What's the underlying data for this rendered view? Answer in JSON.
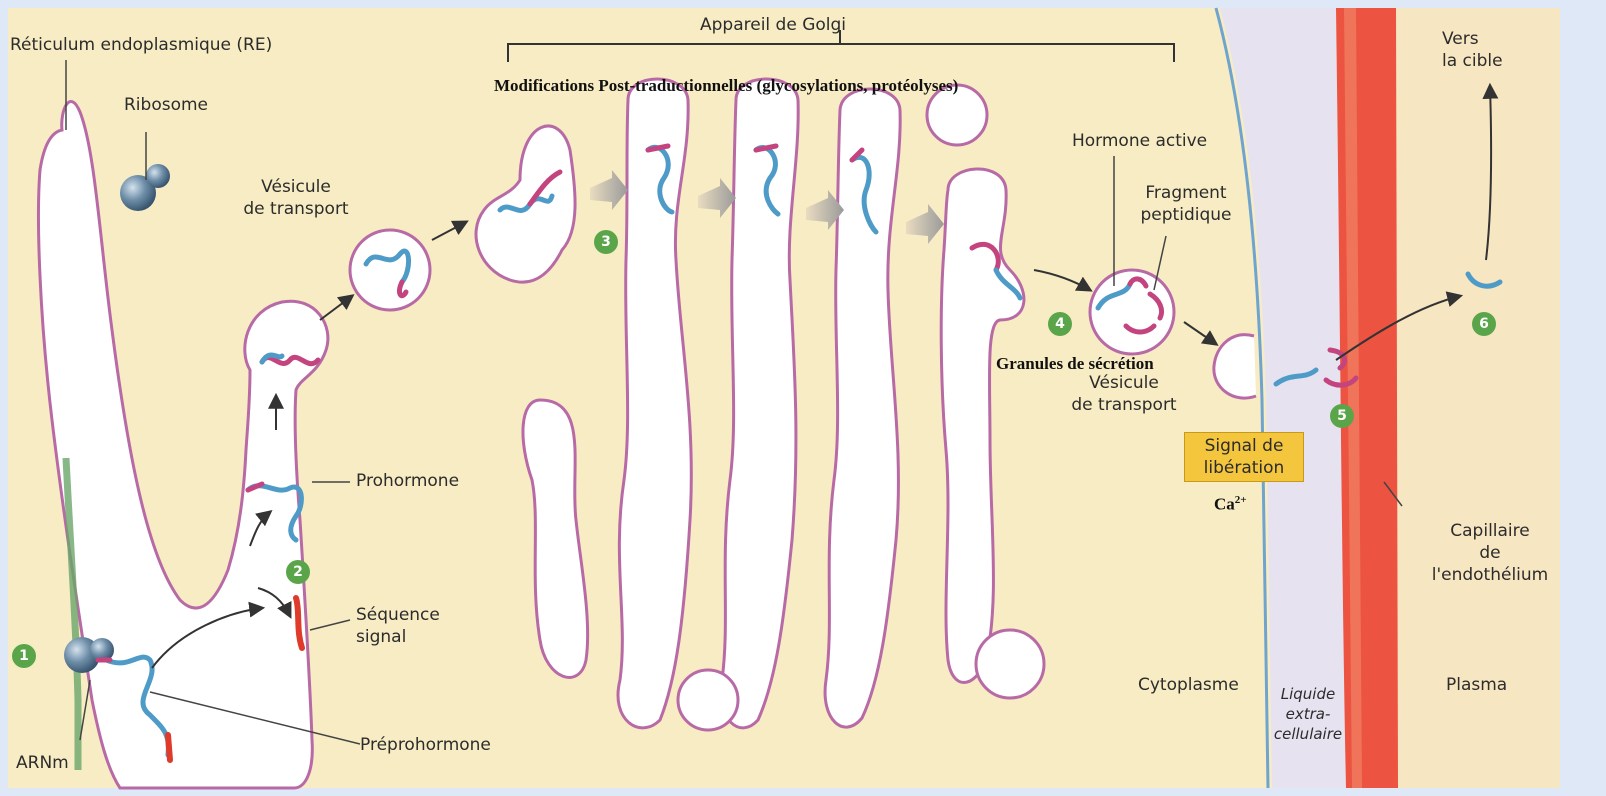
{
  "labels": {
    "re": "Réticulum endoplasmique (RE)",
    "ribosome": "Ribosome",
    "golgi": "Appareil de Golgi",
    "modifications": "Modifications Post-traductionnelles (glycosylations, protéolyses)",
    "vesicule1_l1": "Vésicule",
    "vesicule1_l2": "de transport",
    "hormone_active": "Hormone active",
    "fragment_l1": "Fragment",
    "fragment_l2": "peptidique",
    "vers_l1": "Vers",
    "vers_l2": "la cible",
    "granules": "Granules de sécrétion",
    "vesicule2_l1": "Vésicule",
    "vesicule2_l2": "de transport",
    "signal_l1": "Signal de",
    "signal_l2": "libération",
    "calcium": "Ca",
    "calcium_sup": "2+",
    "prohormone": "Prohormone",
    "sequence_l1": "Séquence",
    "sequence_l2": "signal",
    "preprohormone": "Préprohormone",
    "arnm": "ARNm",
    "cytoplasme": "Cytoplasme",
    "liquide_l1": "Liquide",
    "liquide_l2": "extra-",
    "liquide_l3": "cellulaire",
    "plasma": "Plasma",
    "capillaire_l1": "Capillaire",
    "capillaire_l2": "de",
    "capillaire_l3": "l'endothélium"
  },
  "steps": [
    "1",
    "2",
    "3",
    "4",
    "5",
    "6"
  ],
  "colors": {
    "background": "#f7ecc4",
    "membrane": "#b86aa6",
    "hormone_blue": "#4f9bc8",
    "hormone_pink": "#c4447f",
    "signal_red": "#e03a2b",
    "arnm_green": "#6aa66a",
    "capillary_red": "#ec5340",
    "cell_membrane_blue": "#6fa4cf",
    "step_green": "#5aa54a",
    "signal_box": "#f3c63e"
  }
}
